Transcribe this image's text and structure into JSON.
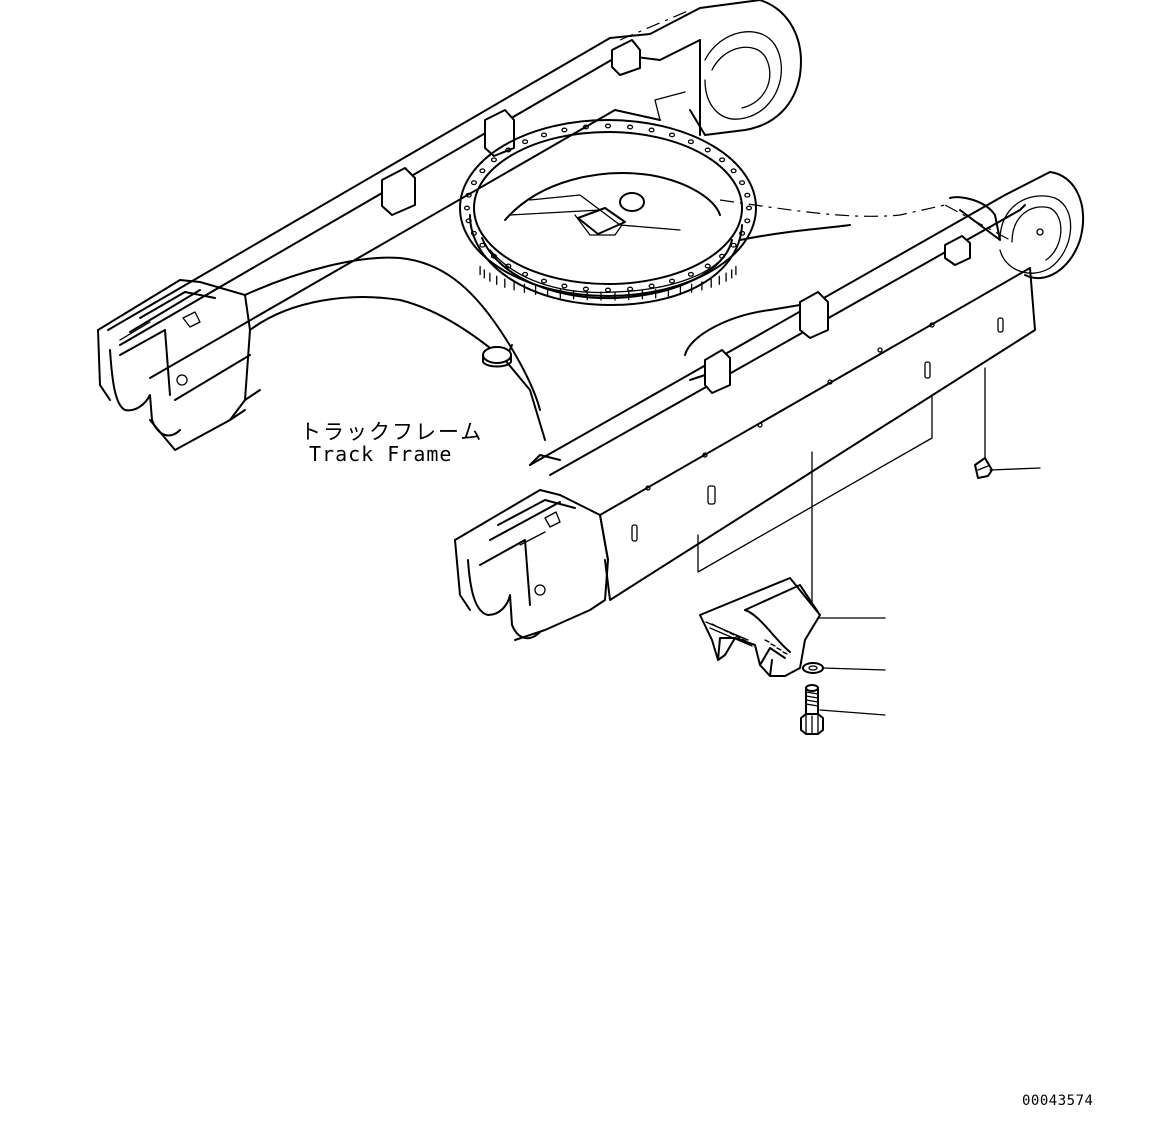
{
  "labels": {
    "part_name_jp": "トラックフレーム",
    "part_name_en": "Track Frame"
  },
  "drawing_number": "00043574",
  "callouts": [
    {
      "name": "grease-fitting-callout"
    },
    {
      "name": "guard-callout"
    },
    {
      "name": "washer-callout"
    },
    {
      "name": "bolt-callout"
    }
  ]
}
